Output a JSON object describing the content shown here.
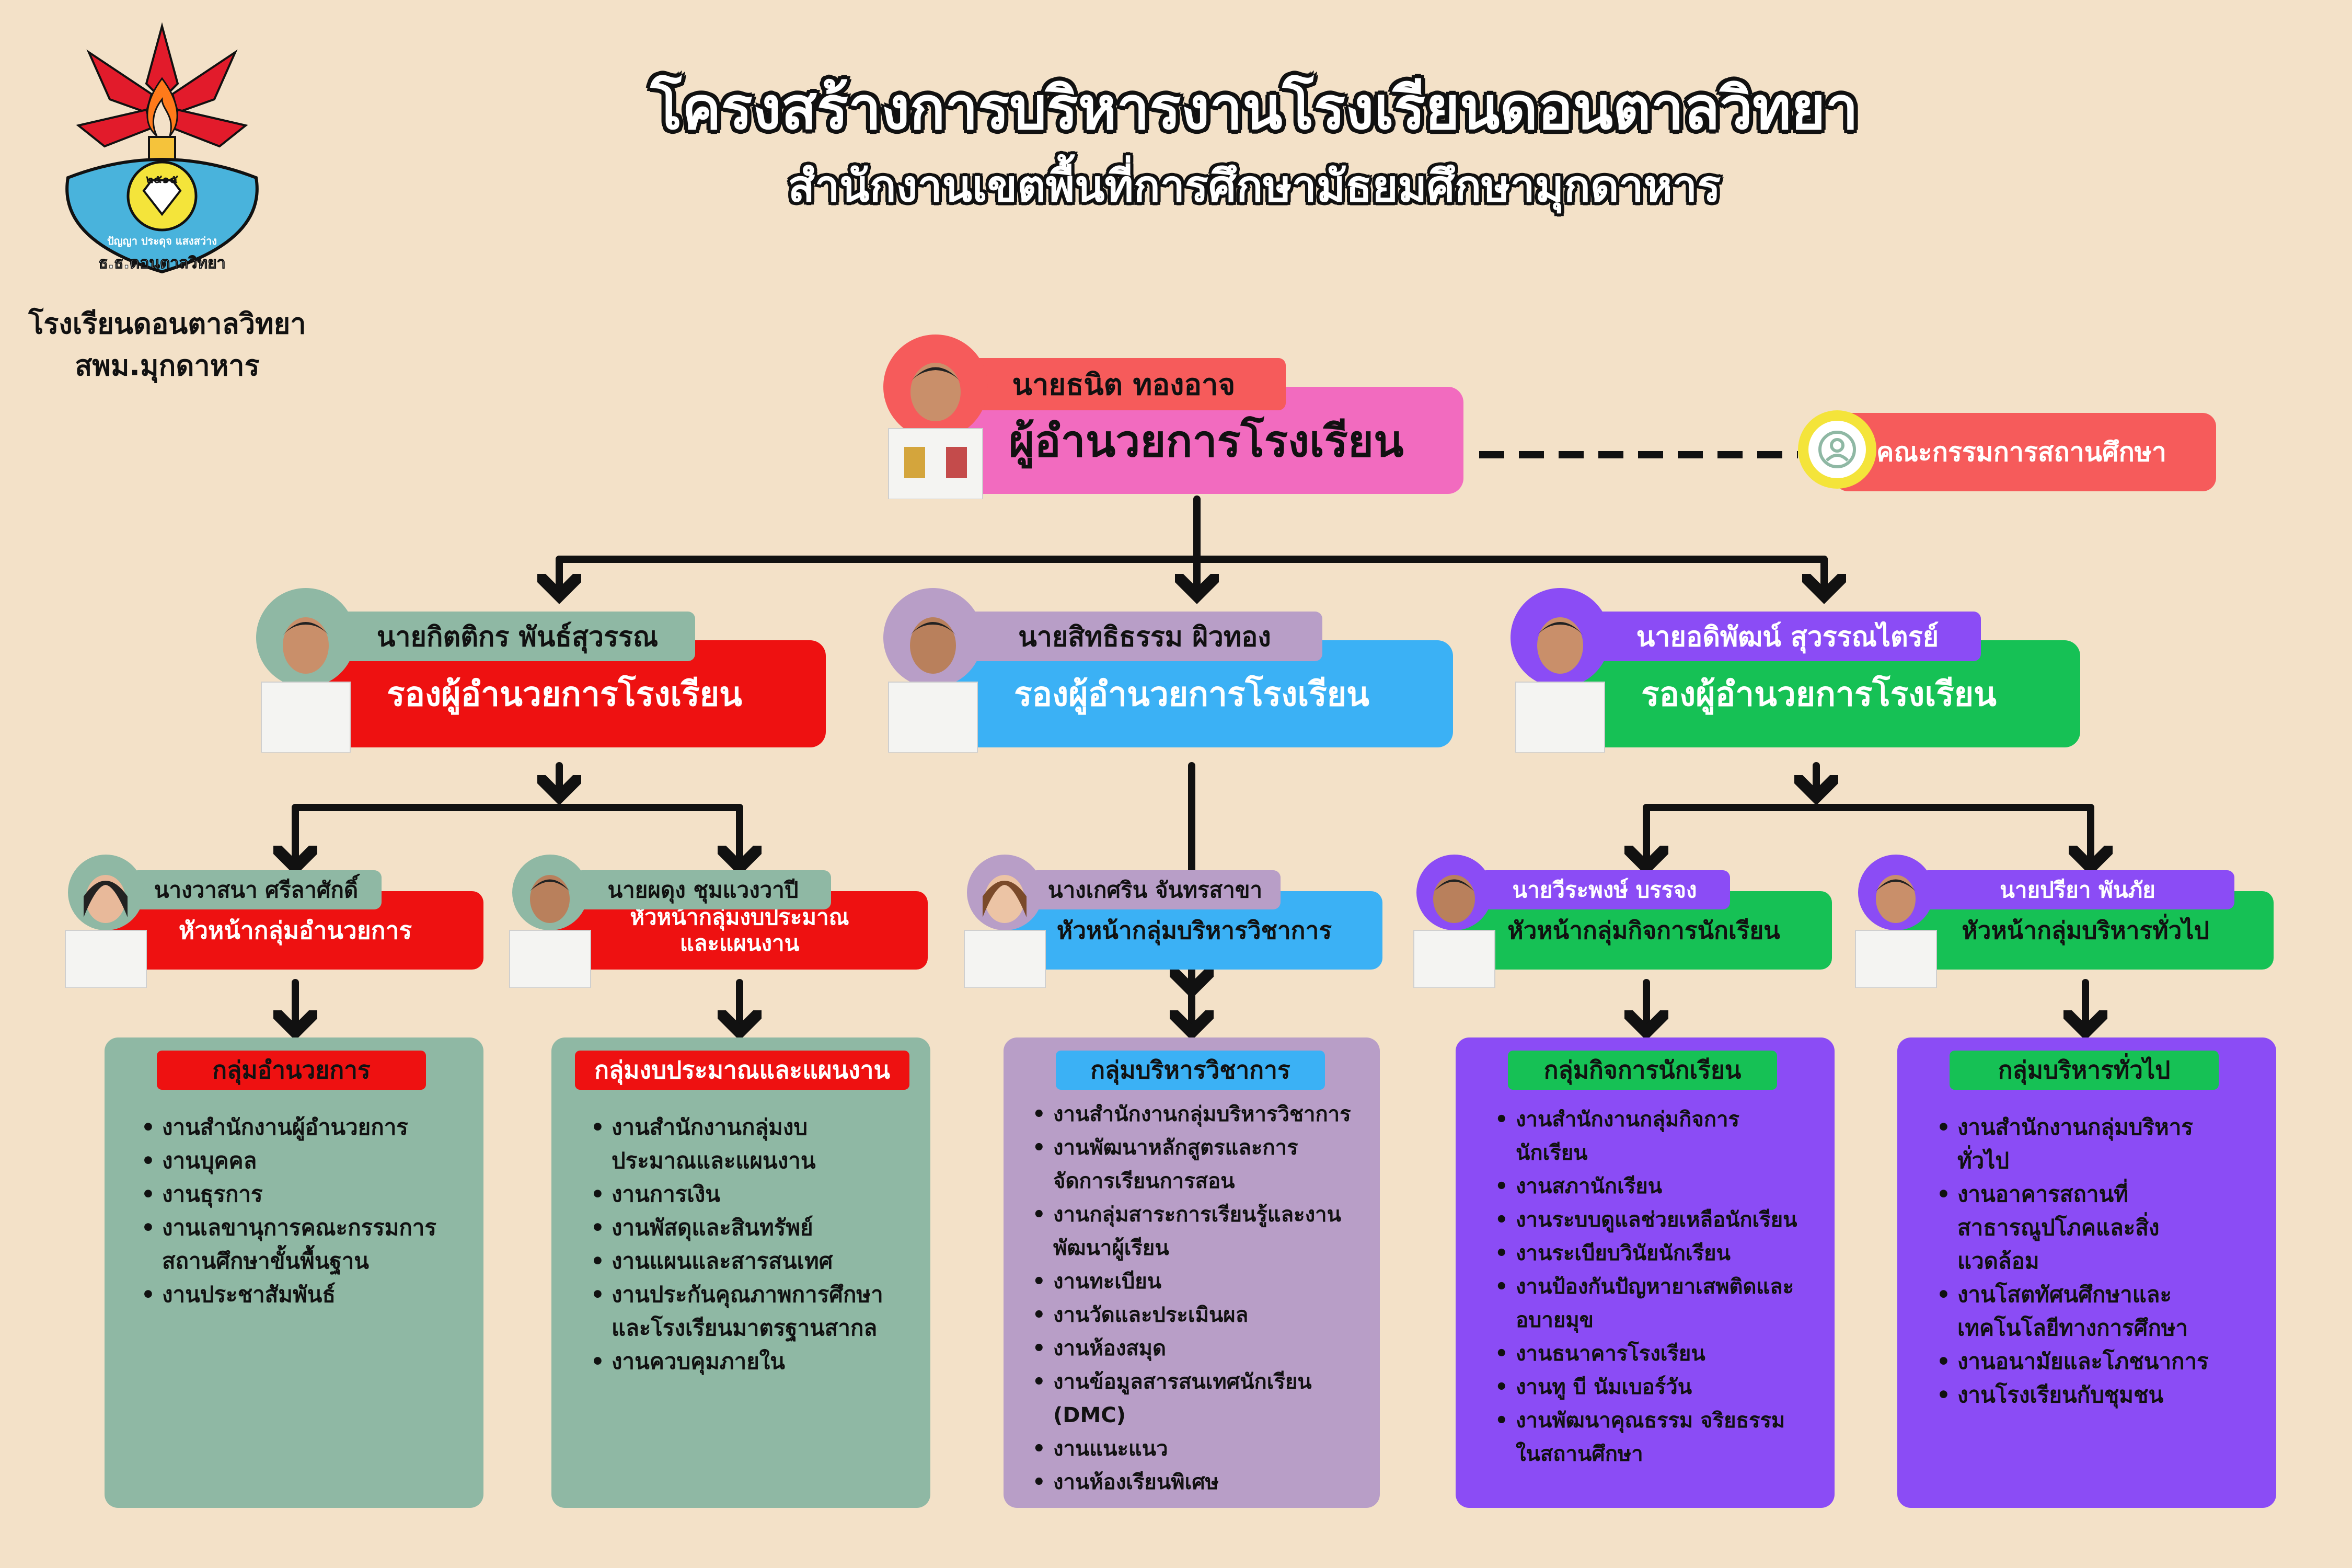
{
  "header": {
    "title": "โครงสร้างการบริหารงานโรงเรียนดอนตาลวิทยา",
    "subtitle": "สำนักงานเขตพื้นที่การศึกษามัธยมศึกษามุกดาหาร"
  },
  "logo": {
    "school_name_line1": "โรงเรียนดอนตาลวิทยา",
    "school_name_line2": "สพม.มุกดาหาร",
    "seal_year": "๒๕๑๕",
    "seal_motto": "ปัญญา ประดุจ แสงสว่าง",
    "seal_text": "ธ.ธ.ดอนตาลวิทยา"
  },
  "director": {
    "name": "นายธนิต   ทองอาจ",
    "position": "ผู้อำนวยการโรงเรียน"
  },
  "committee": {
    "label": "คณะกรรมการสถานศึกษา"
  },
  "deputies": [
    {
      "name": "นายกิตติกร พันธ์สุวรรณ",
      "position": "รองผู้อำนวยการโรงเรียน"
    },
    {
      "name": "นายสิทธิธรรม ผิวทอง",
      "position": "รองผู้อำนวยการโรงเรียน"
    },
    {
      "name": "นายอดิพัฒน์ สุวรรณไตรย์",
      "position": "รองผู้อำนวยการโรงเรียน"
    }
  ],
  "heads": [
    {
      "name": "นางวาสนา ศรีลาศักดิ์",
      "position": "หัวหน้ากลุ่มอำนวยการ"
    },
    {
      "name": "นายผดุง ชุมแวงวาปี",
      "position_line1": "หัวหน้ากลุ่มงบประมาณ",
      "position_line2": "และแผนงาน"
    },
    {
      "name": "นางเกศริน จันทรสาขา",
      "position": "หัวหน้ากลุ่มบริหารวิชาการ"
    },
    {
      "name": "นายวีระพงษ์  บรรจง",
      "position": "หัวหน้ากลุ่มกิจการนักเรียน"
    },
    {
      "name": "นายปรียา  พันภัย",
      "position": "หัวหน้ากลุ่มบริหารทั่วไป"
    }
  ],
  "departments": [
    {
      "title": "กลุ่มอำนวยการ",
      "items": [
        "งานสำนักงานผู้อำนวยการ",
        "งานบุคคล",
        "งานธุรการ",
        "งานเลขานุการคณะกรรมการ",
        "สถานศึกษาขั้นพื้นฐาน",
        "งานประชาสัมพันธ์"
      ]
    },
    {
      "title": "กลุ่มงบประมาณและแผนงาน",
      "items": [
        "งานสำนักงานกลุ่มงบ",
        "ประมาณและแผนงาน",
        "งานการเงิน",
        "งานพัสดุและสินทรัพย์",
        "งานแผนและสารสนเทศ",
        "งานประกันคุณภาพการศึกษา",
        "และโรงเรียนมาตรฐานสากล",
        "งานควบคุมภายใน"
      ]
    },
    {
      "title": "กลุ่มบริหารวิชาการ",
      "items": [
        "งานสำนักงานกลุ่มบริหารวิชาการ",
        "งานพัฒนาหลักสูตรและการ",
        "จัดการเรียนการสอน",
        "งานกลุ่มสาระการเรียนรู้และงาน",
        "พัฒนาผู้เรียน",
        "งานทะเบียน",
        "งานวัดและประเมินผล",
        "งานห้องสมุด",
        "งานข้อมูลสารสนเทศนักเรียน",
        "(DMC)",
        "งานแนะแนว",
        "งานห้องเรียนพิเศษ"
      ]
    },
    {
      "title": "กลุ่มกิจการนักเรียน",
      "items": [
        "งานสำนักงานกลุ่มกิจการ",
        "นักเรียน",
        "งานสภานักเรียน",
        "งานระบบดูแลช่วยเหลือนักเรียน",
        "งานระเบียบวินัยนักเรียน",
        "งานป้องกันปัญหายาเสพติดและ",
        "อบายมุข",
        "งานธนาคารโรงเรียน",
        "งานทู บี นัมเบอร์วัน",
        "งานพัฒนาคุณธรรม จริยธรรม",
        "ในสถานศึกษา"
      ]
    },
    {
      "title": "กลุ่มบริหารทั่วไป",
      "items": [
        "งานสำนักงานกลุ่มบริหาร",
        "ทั่วไป",
        "งานอาคารสถานที่",
        "สาธารณูปโภคและสิ่ง",
        "แวดล้อม",
        "งานโสตทัศนศึกษาและ",
        "เทคโนโลยีทางการศึกษา",
        "งานอนามัยและโภชนาการ",
        "งานโรงเรียนกับชุมชน"
      ]
    }
  ],
  "colors": {
    "background": "#f3e1c8",
    "director": "#f26bbf",
    "director_tag": "#f65b5b",
    "committee": "#f65b5b",
    "red": "#ee1111",
    "blue": "#3bb1f5",
    "green": "#16c155",
    "purple": "#8b4cf5",
    "sage": "#8fb8a4",
    "lilac": "#b89ec7"
  }
}
